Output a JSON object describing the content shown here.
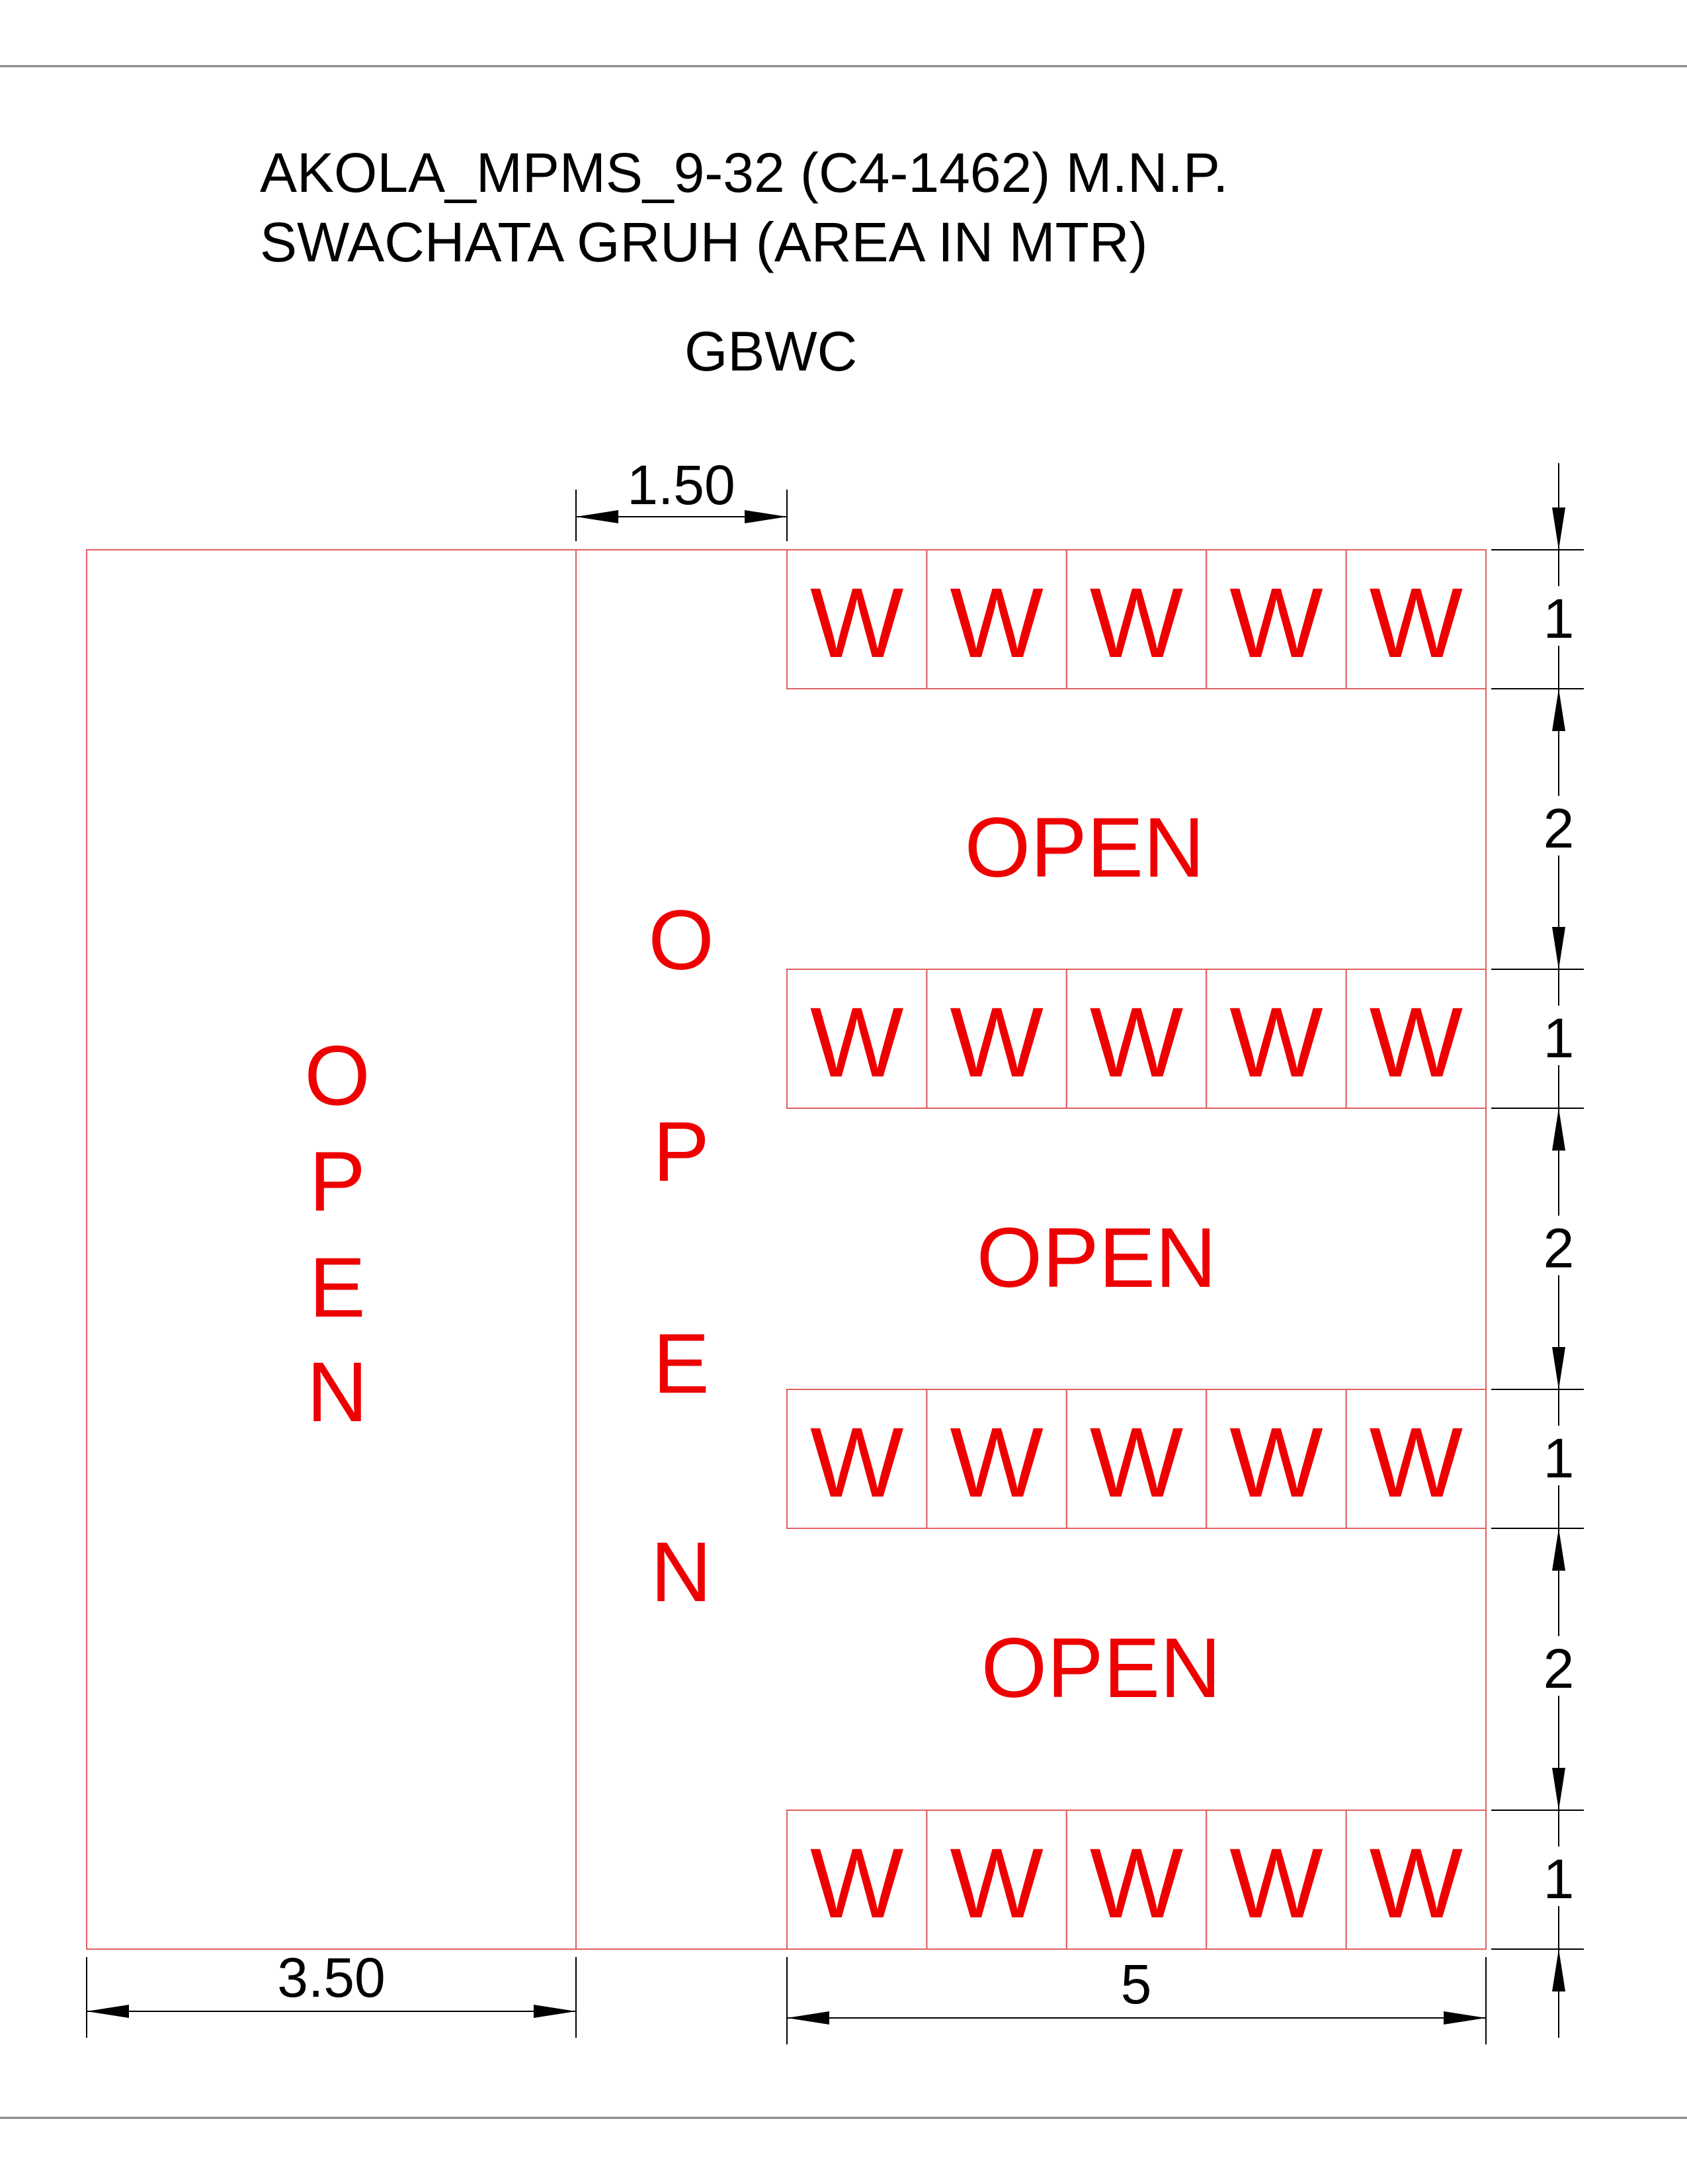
{
  "title": {
    "line1": "AKOLA_MPMS_9-32 (C4-1462) M.N.P.",
    "line2": "SWACHATA GRUH (AREA IN MTR)"
  },
  "subtitle": "GBWC",
  "colors": {
    "plan_line": "#e06060",
    "plan_text": "#ee0000",
    "dimension": "#000000",
    "frame": "#808080"
  },
  "plan": {
    "left_open_label": "OPEN",
    "corridor_open_label": "OPEN",
    "open_gap_labels": [
      "OPEN",
      "OPEN",
      "OPEN"
    ],
    "wc_rows": [
      [
        "W",
        "W",
        "W",
        "W",
        "W"
      ],
      [
        "W",
        "W",
        "W",
        "W",
        "W"
      ],
      [
        "W",
        "W",
        "W",
        "W",
        "W"
      ],
      [
        "W",
        "W",
        "W",
        "W",
        "W"
      ]
    ]
  },
  "dimensions": {
    "corridor_width": "1.50",
    "left_open_width": "3.50",
    "wc_block_width": "5",
    "vertical": [
      "1",
      "2",
      "1",
      "2",
      "1",
      "2",
      "1"
    ]
  }
}
